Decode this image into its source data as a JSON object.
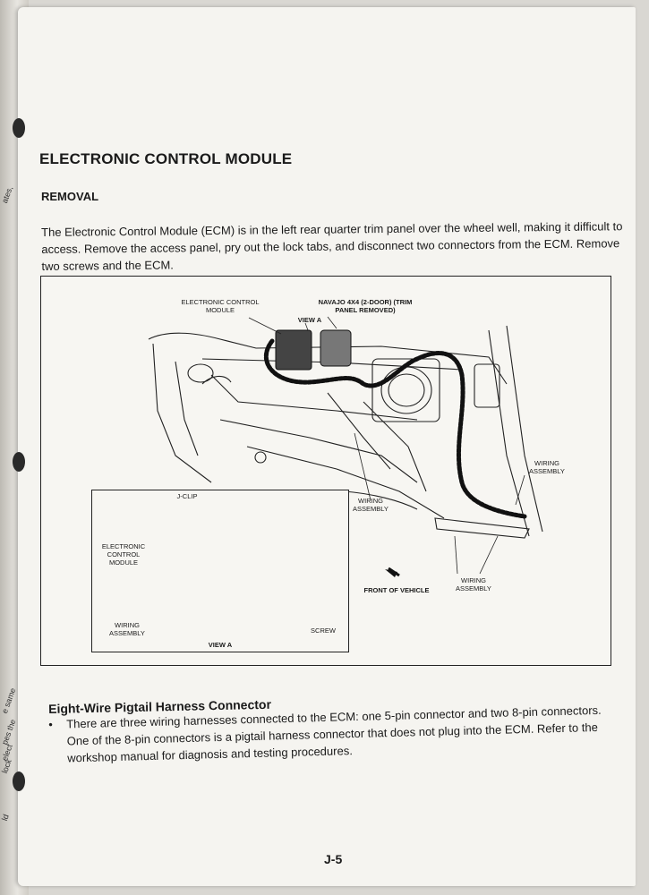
{
  "margin_fragments": [
    "ates,",
    "e same",
    "pes the",
    "elect",
    "lock",
    "ld"
  ],
  "heading": "ELECTRONIC CONTROL MODULE",
  "subheading": "REMOVAL",
  "body": "The Electronic Control Module (ECM) is in the left rear quarter trim panel over the wheel well, making it difficult to access.  Remove the access panel, pry out the lock tabs, and disconnect two connectors from the ECM.  Remove two screws and the ECM.",
  "figure": {
    "labels": {
      "ecm_main": "ELECTRONIC CONTROL MODULE",
      "navajo": "NAVAJO 4x4 (2-DOOR) (TRIM PANEL REMOVED)",
      "view_a_top": "VIEW A",
      "wiring_right": "WIRING ASSEMBLY",
      "wiring_center": "WIRING ASSEMBLY",
      "wiring_bottom": "WIRING ASSEMBLY",
      "front_of_vehicle": "FRONT OF VEHICLE"
    },
    "inset": {
      "jclip": "J-CLIP",
      "ecm": "ELECTRONIC CONTROL MODULE",
      "wiring": "WIRING ASSEMBLY",
      "screw": "SCREW",
      "caption": "VIEW A"
    }
  },
  "section_title": "Eight-Wire Pigtail Harness Connector",
  "bullet": "There are three wiring harnesses connected to the ECM:  one 5-pin connector and two 8-pin connectors.  One of the 8-pin connectors is a pigtail harness connector that does not plug into the ECM.  Refer to the workshop manual for diagnosis and testing procedures.",
  "bullet_symbol": "•",
  "page_number": "J-5"
}
